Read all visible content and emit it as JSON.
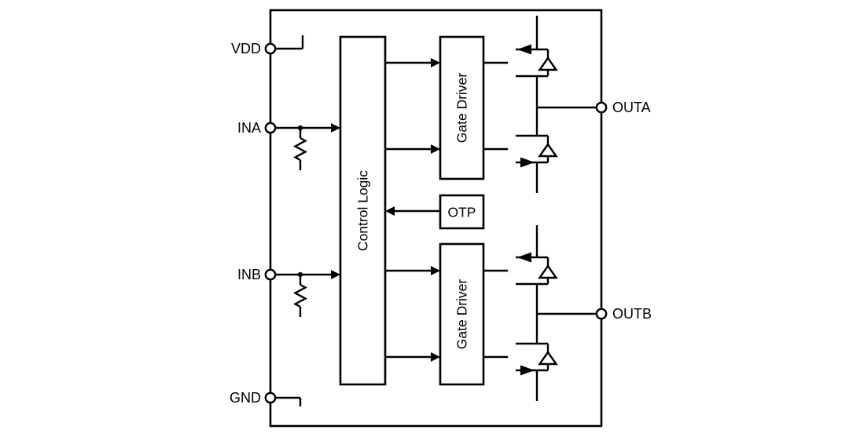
{
  "diagram": {
    "type": "functional-block-diagram",
    "description": "Dual-channel gate driver IC functional block diagram",
    "pins": {
      "vdd": "VDD",
      "ina": "INA",
      "inb": "INB",
      "gnd": "GND",
      "outa": "OUTA",
      "outb": "OUTB"
    },
    "blocks": {
      "control_logic": "Control Logic",
      "gate_driver_a": "Gate Driver",
      "otp": "OTP",
      "gate_driver_b": "Gate Driver"
    },
    "colors": {
      "line": "#000000",
      "background": "#ffffff",
      "block_fill": "#ffffff"
    }
  }
}
